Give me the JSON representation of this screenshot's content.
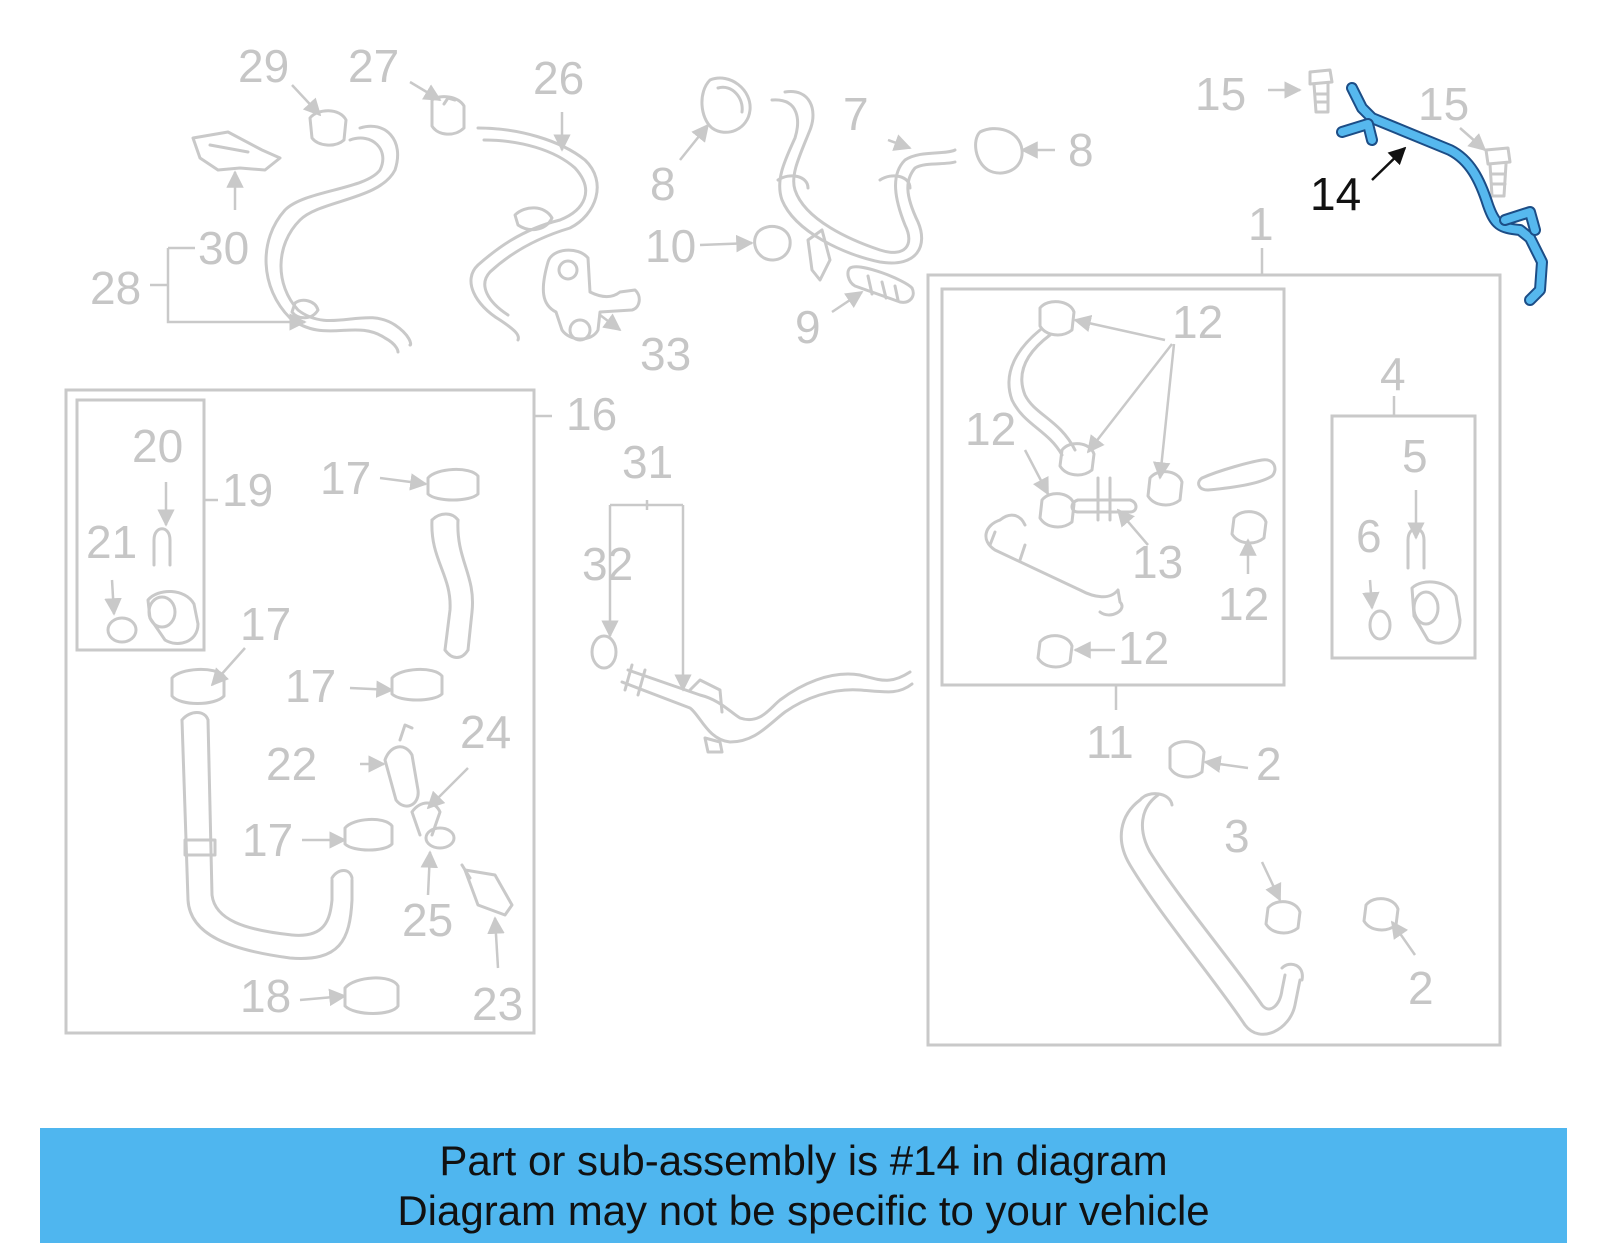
{
  "highlight_color": "#4fb6ef",
  "banner": {
    "line1": "Part or sub-assembly is #14 in diagram",
    "line2": "Diagram may not be specific to your vehicle"
  },
  "callouts": {
    "c1": "1",
    "c2a": "2",
    "c2b": "2",
    "c3": "3",
    "c4": "4",
    "c5": "5",
    "c6": "6",
    "c7": "7",
    "c8a": "8",
    "c8b": "8",
    "c9": "9",
    "c10": "10",
    "c11": "11",
    "c12a": "12",
    "c12b": "12",
    "c12c": "12",
    "c12d": "12",
    "c13": "13",
    "c14": "14",
    "c15a": "15",
    "c15b": "15",
    "c16": "16",
    "c17a": "17",
    "c17b": "17",
    "c17c": "17",
    "c17d": "17",
    "c18": "18",
    "c19": "19",
    "c20": "20",
    "c21": "21",
    "c22": "22",
    "c23": "23",
    "c24": "24",
    "c25": "25",
    "c26": "26",
    "c27": "27",
    "c28": "28",
    "c29": "29",
    "c30": "30",
    "c31": "31",
    "c32": "32",
    "c33": "33"
  }
}
